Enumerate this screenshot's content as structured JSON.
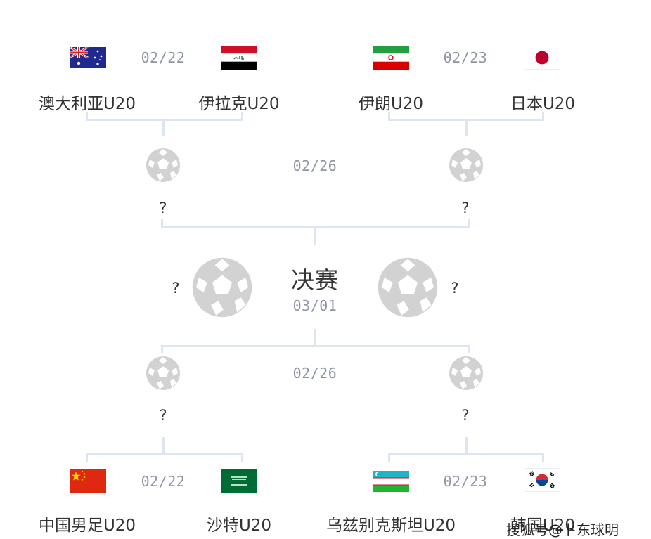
{
  "top": {
    "left_match": {
      "date": "02/22",
      "team_a": {
        "name": "澳大利亚U20",
        "flag": "australia-flag"
      },
      "team_b": {
        "name": "伊拉克U20",
        "flag": "iraq-flag"
      }
    },
    "right_match": {
      "date": "02/23",
      "team_a": {
        "name": "伊朗U20",
        "flag": "iran-flag"
      },
      "team_b": {
        "name": "日本U20",
        "flag": "japan-flag"
      }
    },
    "semi": {
      "date": "02/26",
      "left_winner": "?",
      "right_winner": "?"
    }
  },
  "final": {
    "title": "决赛",
    "date": "03/01",
    "left_team": "?",
    "right_team": "?"
  },
  "bottom": {
    "semi": {
      "date": "02/26",
      "left_winner": "?",
      "right_winner": "?"
    },
    "left_match": {
      "date": "02/22",
      "team_a": {
        "name": "中国男足U20",
        "flag": "china-flag"
      },
      "team_b": {
        "name": "沙特U20",
        "flag": "saudi-flag"
      }
    },
    "right_match": {
      "date": "02/23",
      "team_a": {
        "name": "乌兹别克斯坦U20",
        "flag": "uzbekistan-flag"
      },
      "team_b": {
        "name": "韩国U20",
        "flag": "korea-flag"
      }
    }
  },
  "watermark": "搜狐号@卜东球明",
  "colors": {
    "line": "#dde4f2",
    "date_text": "#8f95a3",
    "ball": "#d2d2d2"
  }
}
